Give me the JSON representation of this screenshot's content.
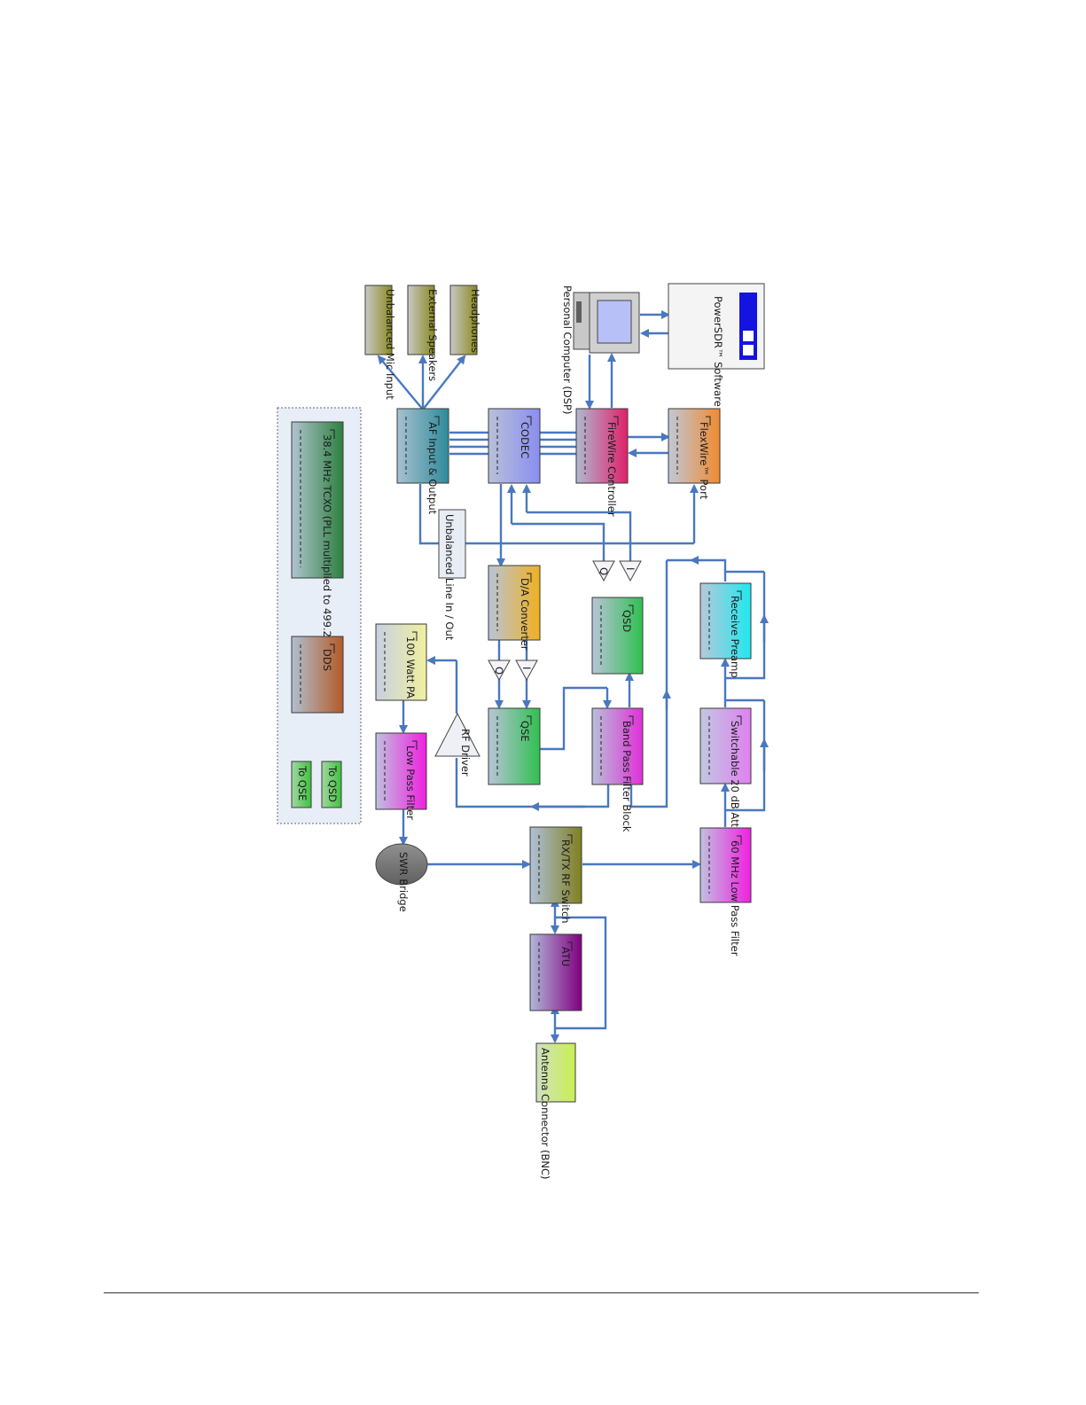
{
  "blocks": {
    "unbalanced_mic": "Unbalanced Mic Input",
    "external_speakers": "External Speakers",
    "headphones": "Headphones",
    "personal_computer": "Personal Computer (DSP)",
    "powersdr": "PowerSDR™ Software",
    "af_io": "AF Input & Output",
    "codec": "CODEC",
    "firewire_controller": "FireWire Controller",
    "flexwire_port": "FlexWire™ Port",
    "tcxo": "38.4 MHz TCXO (PLL multiplied to 499.2 MHz)",
    "dds": "DDS",
    "to_qse": "To QSE",
    "to_qsd": "To QSD",
    "unbalanced_line": "Unbalanced Line In / Out",
    "da_converter": "D/A Converter",
    "qsd": "QSD",
    "receive_preamp": "Receive Preamp",
    "pa_100w": "100 Watt PA",
    "qse": "QSE",
    "bpf_block": "Band Pass Filter Block",
    "switchable_atten": "Switchable 20 dB Atten.",
    "rf_driver": "RF Driver",
    "low_pass_filter": "Low Pass Filter",
    "swr_bridge": "SWR Bridge",
    "rx_tx_switch": "RX/TX RF Switch",
    "lpf_60mhz": "60 MHz Low Pass Filter",
    "atu": "ATU",
    "antenna": "Antenna Connector (BNC)",
    "amp_q": "Q",
    "amp_i": "I"
  },
  "colors": {
    "connector": "#4a78c0",
    "af_io": "#2e8b9a",
    "codec": "#8a8ef0",
    "firewire": "#e0206a",
    "flexwire": "#f08a30",
    "tcxo": "#2e8040",
    "dds": "#b45a28",
    "green_small": "#50d050",
    "da": "#f0b020",
    "qsd": "#30c050",
    "preamp": "#20e8f0",
    "pa": "#f0f0a0",
    "qse": "#30c050",
    "bpf": "#e030d8",
    "atten": "#e080f0",
    "lpf": "#f020e0",
    "swr": "#707070",
    "rxtx": "#808020",
    "lpf60": "#f020e0",
    "atu": "#800080",
    "antenna": "#c8f050",
    "olive": "#8a8a20"
  }
}
